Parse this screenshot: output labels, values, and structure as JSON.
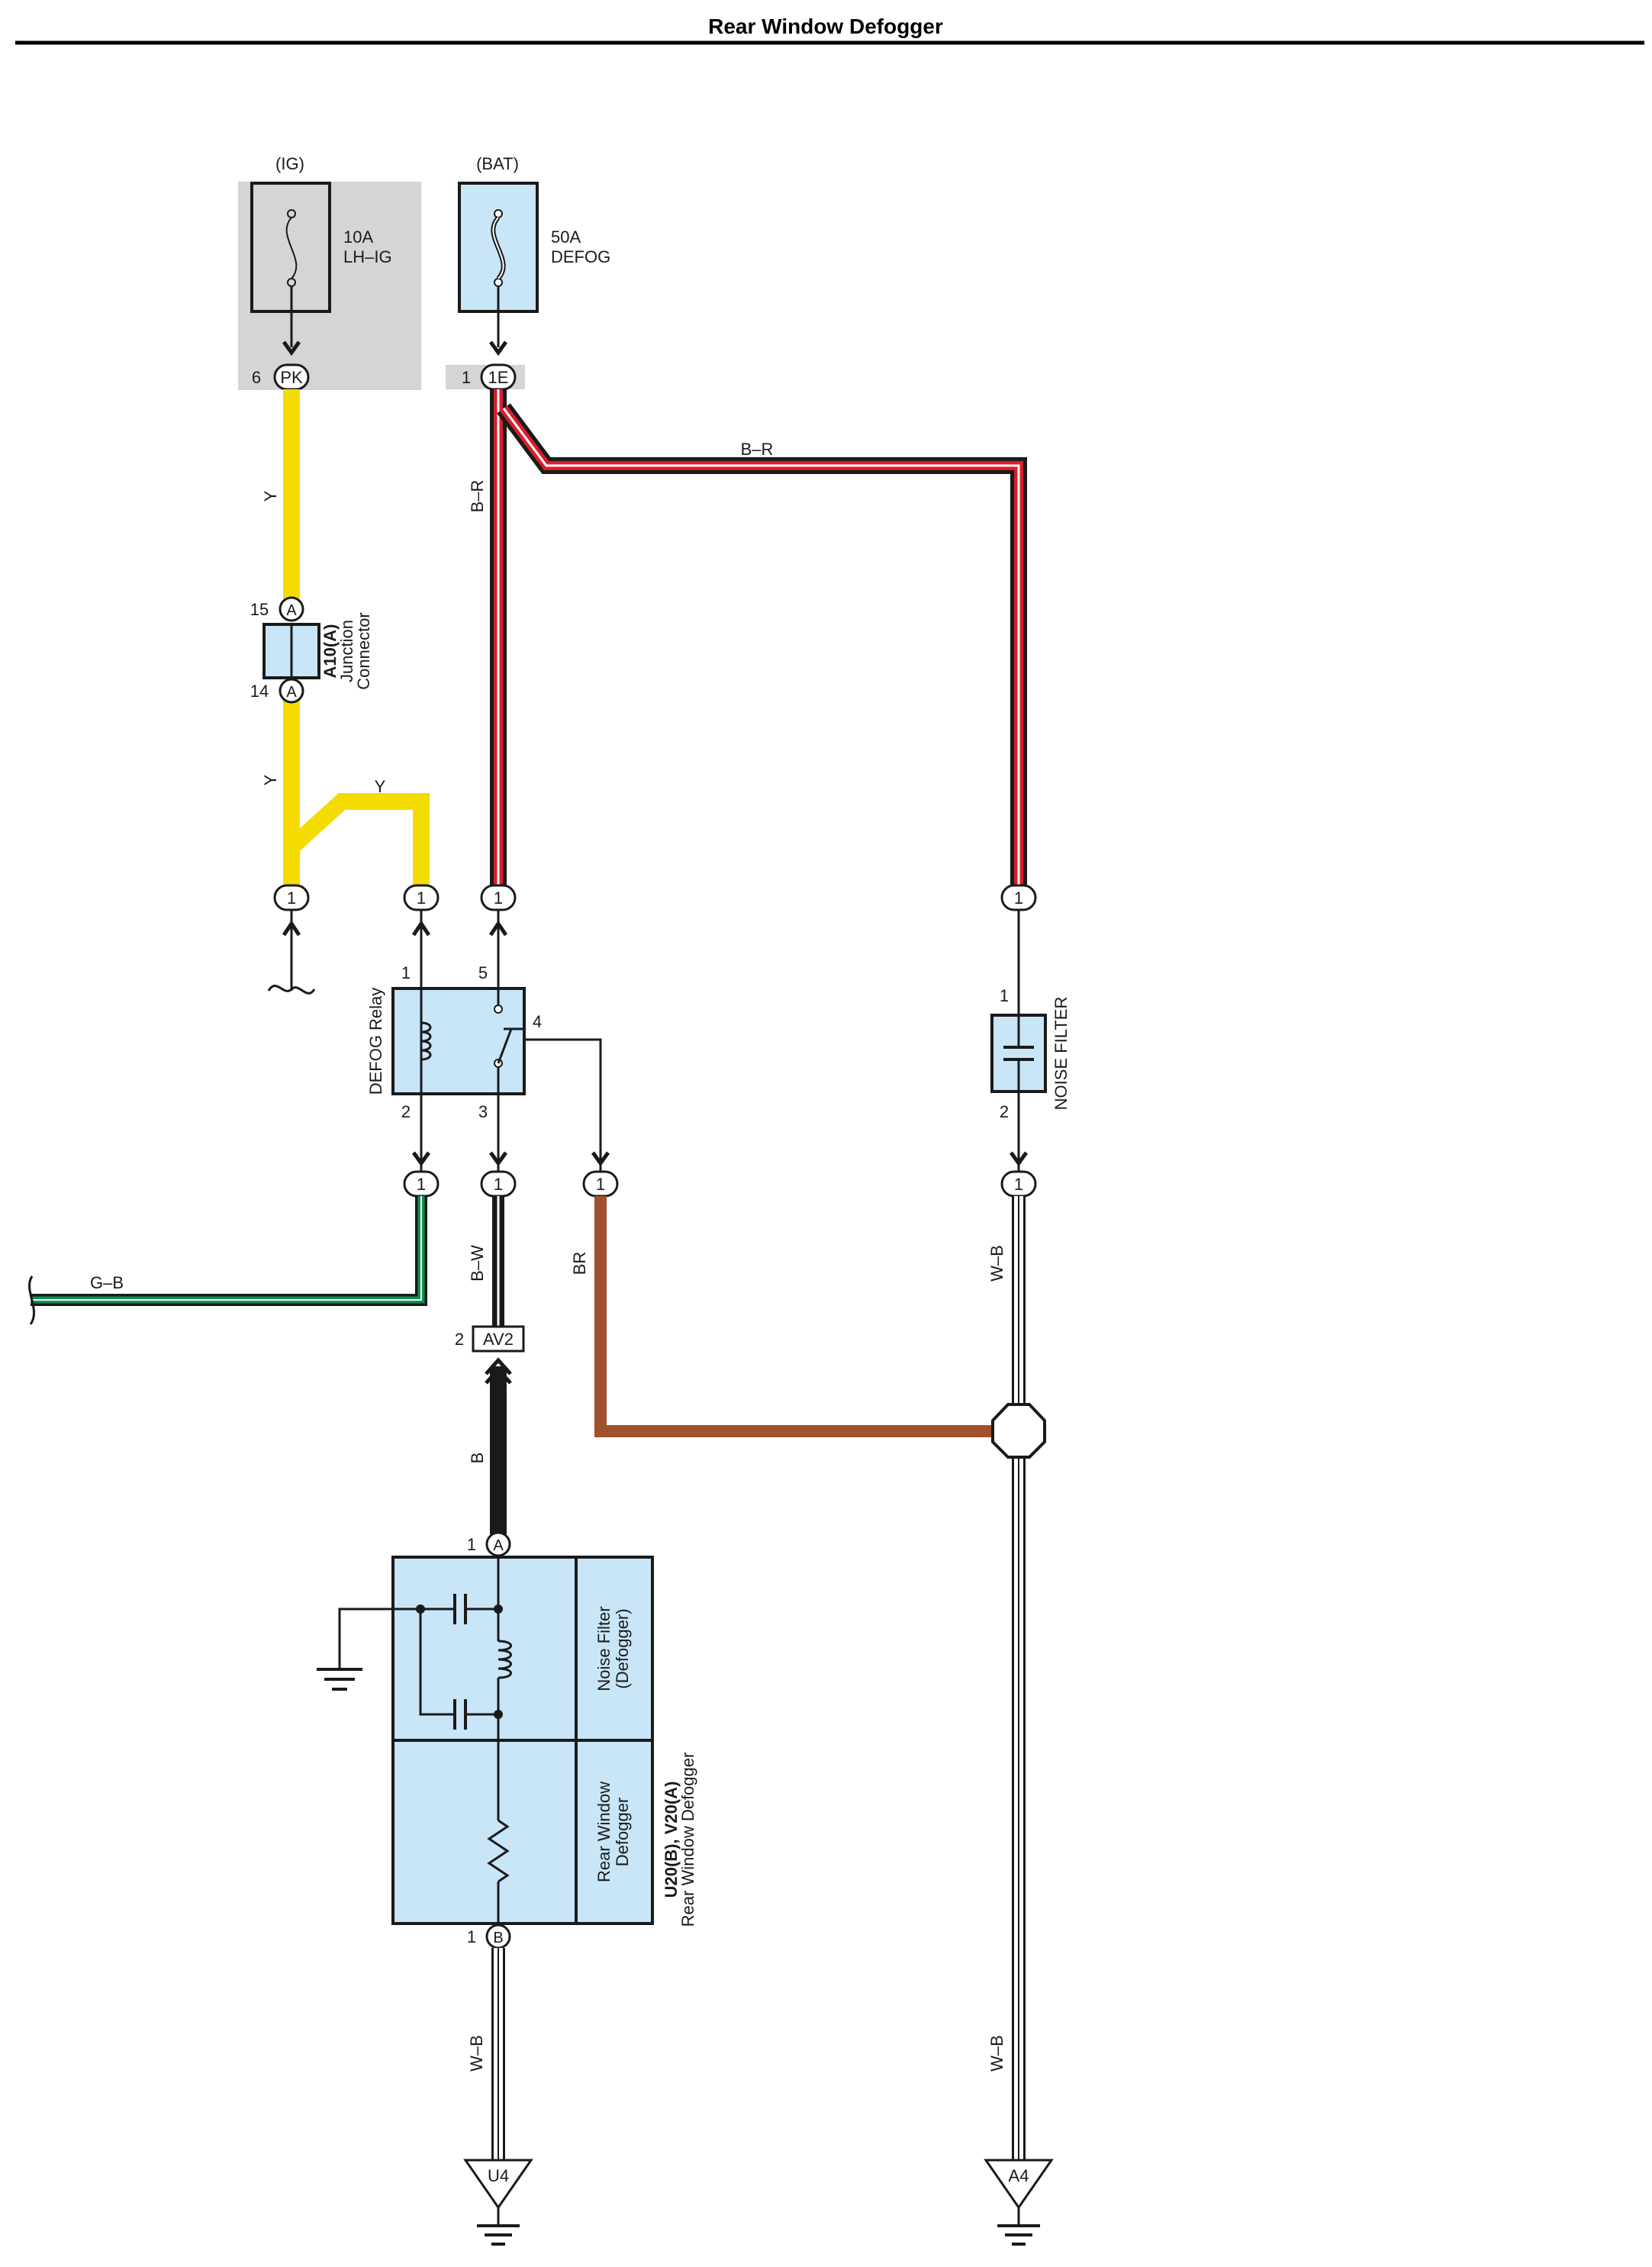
{
  "title": "Rear Window Defogger",
  "colors": {
    "yellow": "#f5dc00",
    "brown": "#a0522d",
    "red": "#d81e2a",
    "green": "#109050",
    "panel_gray": "#d4d5d7",
    "component_fill": "#c8e6f8",
    "line": "#1a1a1a"
  },
  "sources": {
    "ig": {
      "label": "(IG)",
      "fuse_rating": "10A",
      "fuse_name": "LH–IG",
      "pin": "6",
      "connector": "PK"
    },
    "bat": {
      "label": "(BAT)",
      "fuse_rating": "50A",
      "fuse_name": "DEFOG",
      "pin": "1",
      "connector": "1E"
    }
  },
  "wires": {
    "y_upper": "Y",
    "y_lower": "Y",
    "y_branch": "Y",
    "br_left": "B–R",
    "br_top": "B–R",
    "gb": "G–B",
    "bw": "B–W",
    "br_brown": "BR",
    "b": "B",
    "wb_right": "W–B",
    "wb_left": "W–B",
    "wb_right_lower": "W–B"
  },
  "junction_connector": {
    "top_pin": "15",
    "bottom_pin": "14",
    "connector": "A",
    "code": "A10(A)",
    "name_line1": "Junction",
    "name_line2": "Connector"
  },
  "connector_pins": {
    "p1": "1",
    "p2": "1",
    "p3": "1",
    "p4": "1",
    "p5": "1",
    "p6": "1",
    "p7": "1",
    "p8": "1"
  },
  "relay": {
    "name": "DEFOG Relay",
    "pin_1": "1",
    "pin_2": "2",
    "pin_3": "3",
    "pin_4": "4",
    "pin_5": "5"
  },
  "noise_filter": {
    "name": "NOISE FILTER",
    "pin_in": "1",
    "pin_out": "2"
  },
  "av2": {
    "pin": "2",
    "label": "AV2"
  },
  "defogger": {
    "pin_a_num": "1",
    "pin_a": "A",
    "pin_b_num": "1",
    "pin_b": "B",
    "nf_line1": "Noise Filter",
    "nf_line2": "(Defogger)",
    "rd_line1": "Rear Window",
    "rd_line2": "Defogger",
    "code": "U20(B), V20(A)",
    "name": "Rear Window Defogger"
  },
  "grounds": {
    "left": "U4",
    "right": "A4"
  }
}
